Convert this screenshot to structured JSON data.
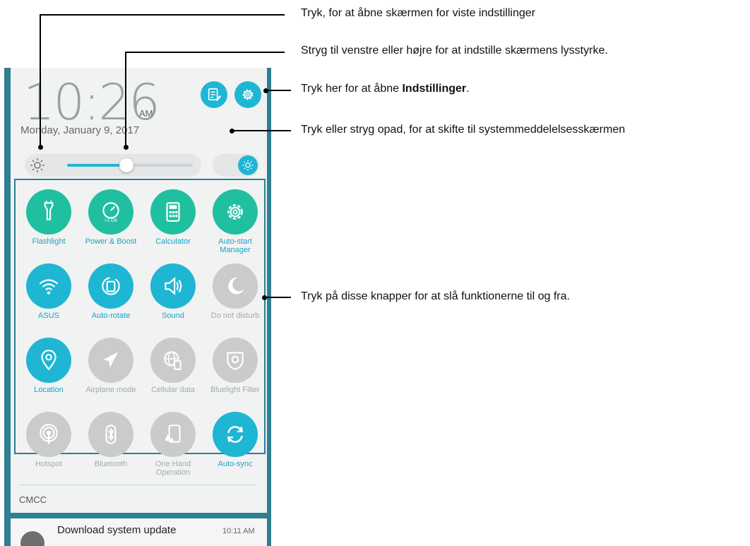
{
  "phone": {
    "clock": "10:26",
    "ampm": "AM",
    "date": "Monday, January 9, 2017",
    "brightness": {
      "level_fraction": 0.47
    },
    "tiles": [
      {
        "label": "Flashlight",
        "icon": "flashlight-icon",
        "state": "on"
      },
      {
        "label": "Power & Boost",
        "icon": "boost-gauge-icon",
        "state": "on",
        "badge": ">1 GB"
      },
      {
        "label": "Calculator",
        "icon": "calculator-icon",
        "state": "on"
      },
      {
        "label": "Auto-start Manager",
        "icon": "gear-icon",
        "state": "on"
      },
      {
        "label": "ASUS",
        "icon": "wifi-icon",
        "state": "blue"
      },
      {
        "label": "Auto-rotate",
        "icon": "auto-rotate-icon",
        "state": "blue"
      },
      {
        "label": "Sound",
        "icon": "speaker-icon",
        "state": "blue"
      },
      {
        "label": "Do not disturb",
        "icon": "moon-icon",
        "state": "off"
      },
      {
        "label": "Location",
        "icon": "location-pin-icon",
        "state": "blue"
      },
      {
        "label": "Airplane mode",
        "icon": "airplane-icon",
        "state": "off"
      },
      {
        "label": "Cellular data",
        "icon": "cellular-data-icon",
        "state": "off"
      },
      {
        "label": "Bluelight Filter",
        "icon": "bluelight-filter-icon",
        "state": "off"
      },
      {
        "label": "Hotspot",
        "icon": "hotspot-icon",
        "state": "off"
      },
      {
        "label": "Bluetooth",
        "icon": "bluetooth-icon",
        "state": "off"
      },
      {
        "label": "One Hand Operation",
        "icon": "one-hand-icon",
        "state": "off"
      },
      {
        "label": "Auto-sync",
        "icon": "sync-icon",
        "state": "blue"
      }
    ],
    "carrier": "CMCC",
    "notification": {
      "title": "Download system update",
      "time": "10:11 AM"
    }
  },
  "callouts": {
    "c1": "Tryk, for at åbne skærmen for viste indstillinger",
    "c2": "Stryg til venstre eller højre for at indstille skærmens lysstyrke.",
    "c3_pre": "Tryk her for at åbne ",
    "c3_bold": "Indstillinger",
    "c3_post": ".",
    "c4": "Tryk eller stryg opad, for at skifte til systemmeddelelsesskærmen",
    "c5": "Tryk på disse knapper for at slå funktionerne til og fra."
  },
  "colors": {
    "accent": "#1fb6d4",
    "green": "#20bfa0",
    "off": "#c9cbcc",
    "frame": "#2a7f95"
  }
}
